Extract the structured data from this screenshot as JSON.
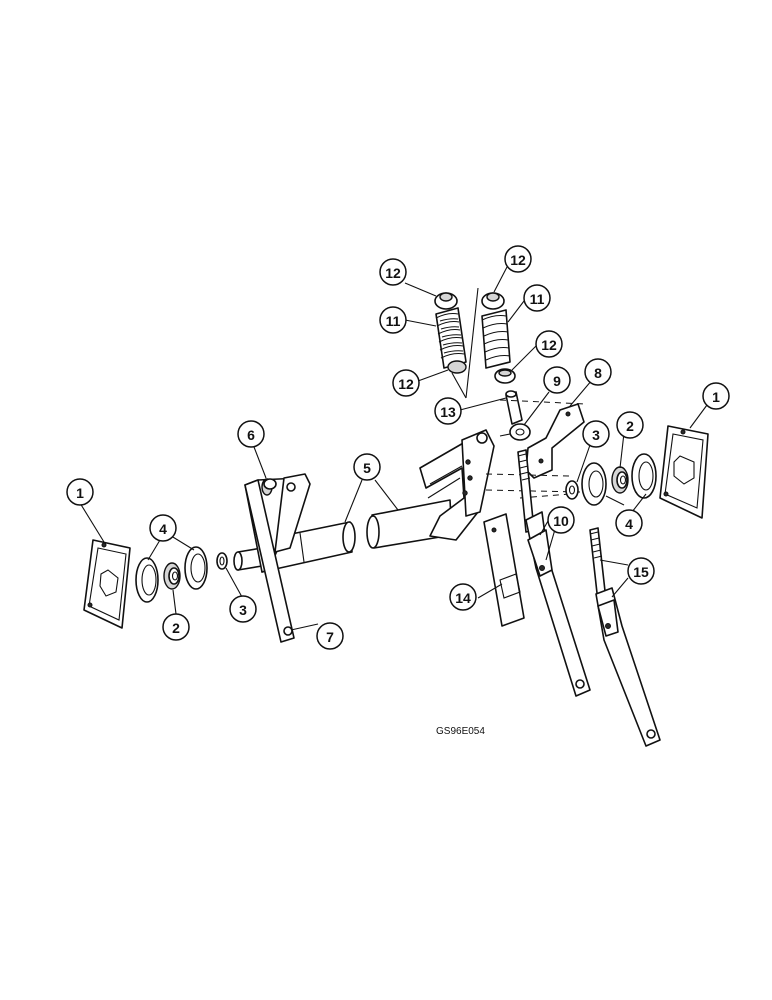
{
  "callouts": {
    "c1_left": "1",
    "c4_left": "4",
    "c2_left": "2",
    "c3_left": "3",
    "c6": "6",
    "c7": "7",
    "c5": "5",
    "c12_tl": "12",
    "c11_l": "11",
    "c12_bl": "12",
    "c12_tr": "12",
    "c11_r": "11",
    "c12_mr": "12",
    "c13": "13",
    "c9": "9",
    "c8": "8",
    "c3_right": "3",
    "c2_right": "2",
    "c1_right": "1",
    "c4_right": "4",
    "c10": "10",
    "c14": "14",
    "c15": "15"
  },
  "drawing_code": "GS96E054"
}
